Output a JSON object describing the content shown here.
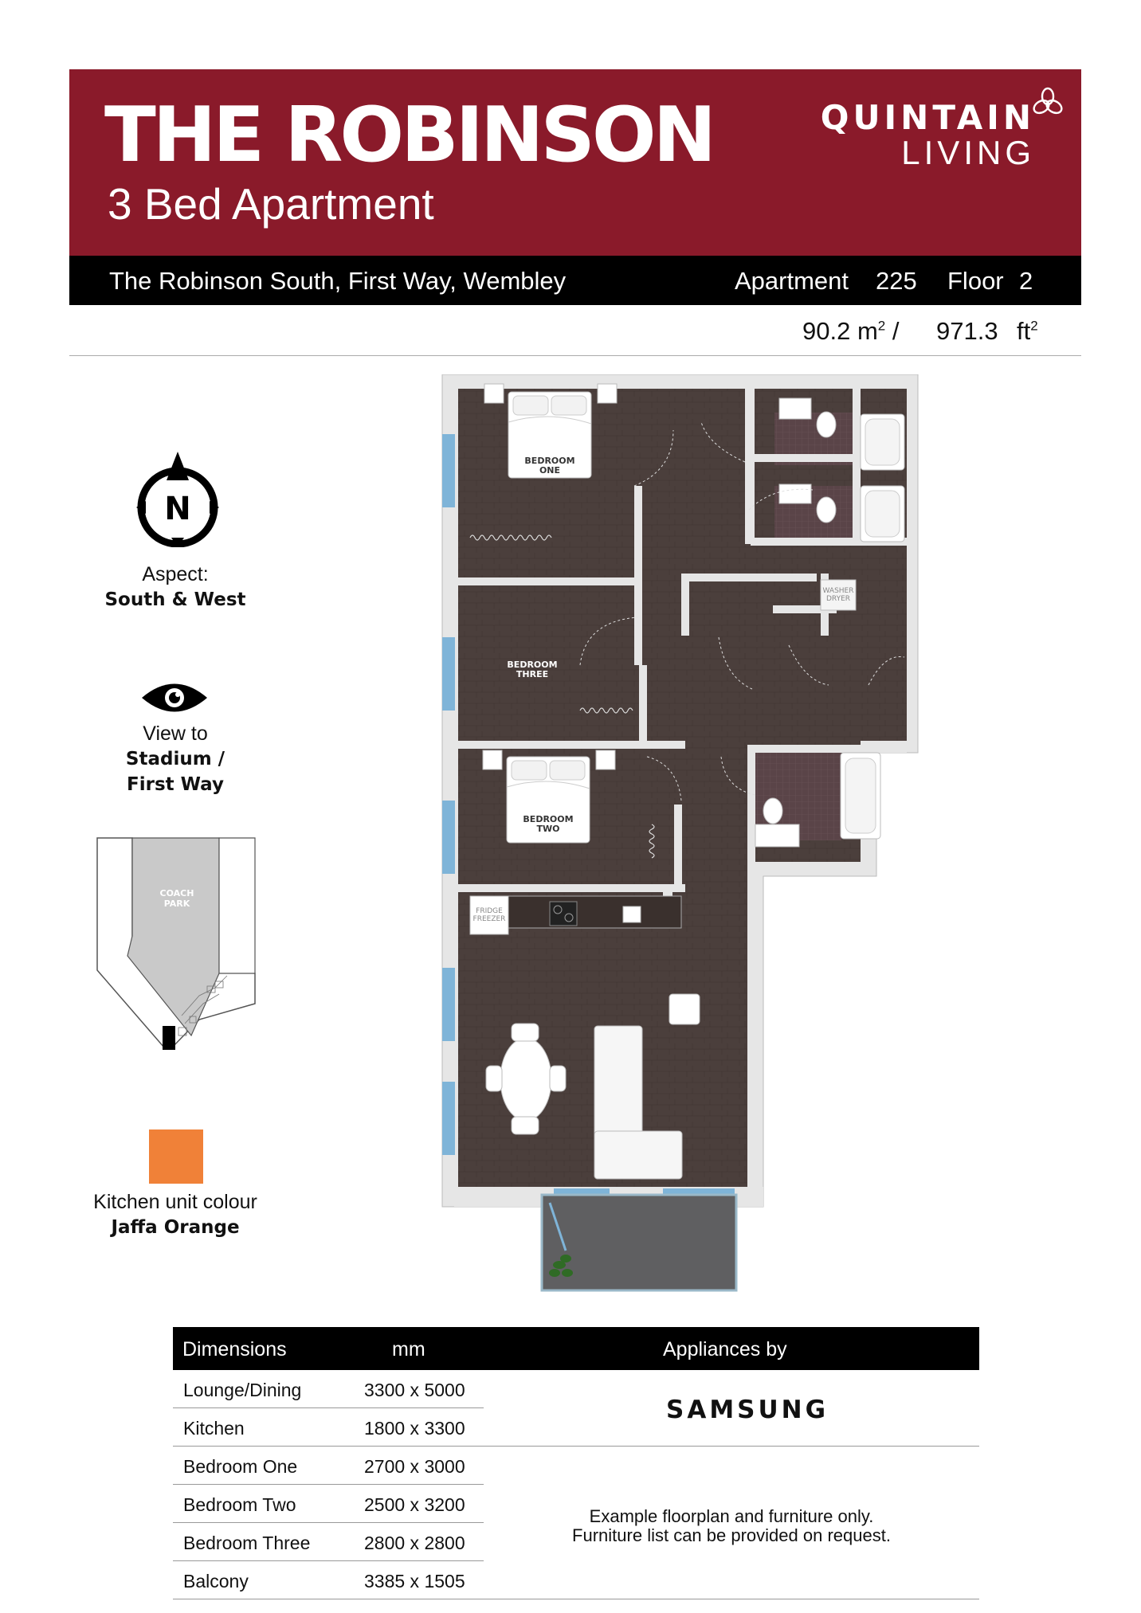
{
  "header": {
    "title": "THE ROBINSON",
    "subtitle": "3 Bed Apartment",
    "brand_line1": "QUINTAIN",
    "brand_line2": "LIVING"
  },
  "info_bar": {
    "address": "The Robinson South, First Way, Wembley",
    "apartment_label": "Apartment",
    "apartment_number": "225",
    "floor_label": "Floor",
    "floor_number": "2"
  },
  "area": {
    "sqm": "90.2 m",
    "sqm_sup": "2",
    "separator": "/",
    "sqft": "971.3",
    "sqft_unit": "ft",
    "sqft_sup": "2"
  },
  "compass": {
    "letter": "N",
    "icon": "compass-north-icon"
  },
  "aspect": {
    "label": "Aspect:",
    "value": "South & West"
  },
  "view": {
    "icon": "eye-icon",
    "label": "View to",
    "value_line1": "Stadium /",
    "value_line2": "First Way"
  },
  "site_plan": {
    "label_line1": "COACH",
    "label_line2": "PARK"
  },
  "kitchen": {
    "label": "Kitchen unit colour",
    "value": "Jaffa Orange",
    "color": "#f08138"
  },
  "floorplan": {
    "rooms": {
      "bedroom_one_l1": "BEDROOM",
      "bedroom_one_l2": "ONE",
      "bedroom_two_l1": "BEDROOM",
      "bedroom_two_l2": "TWO",
      "bedroom_three_l1": "BEDROOM",
      "bedroom_three_l2": "THREE",
      "fridge_l1": "FRIDGE",
      "fridge_l2": "FREEZER",
      "washer_l1": "WASHER",
      "washer_l2": "DRYER"
    },
    "colors": {
      "floor": "#4a3f3c",
      "wall": "#e6e6e6",
      "window": "#7fb4d8",
      "tile": "#5a4448"
    }
  },
  "dimensions": {
    "header_name": "Dimensions",
    "header_unit": "mm",
    "header_appliances": "Appliances by",
    "rows": [
      {
        "name": "Lounge/Dining",
        "value": "3300 x 5000"
      },
      {
        "name": "Kitchen",
        "value": "1800 x 3300"
      },
      {
        "name": "Bedroom One",
        "value": "2700 x 3000"
      },
      {
        "name": "Bedroom Two",
        "value": "2500 x 3200"
      },
      {
        "name": "Bedroom Three",
        "value": "2800 x 2800"
      },
      {
        "name": "Balcony",
        "value": "3385 x 1505"
      }
    ],
    "appliance_brand": "SAMSUNG",
    "note_line1": "Example floorplan and furniture only.",
    "note_line2": "Furniture list can be provided on request."
  },
  "brand_color": "#8a1a2a"
}
